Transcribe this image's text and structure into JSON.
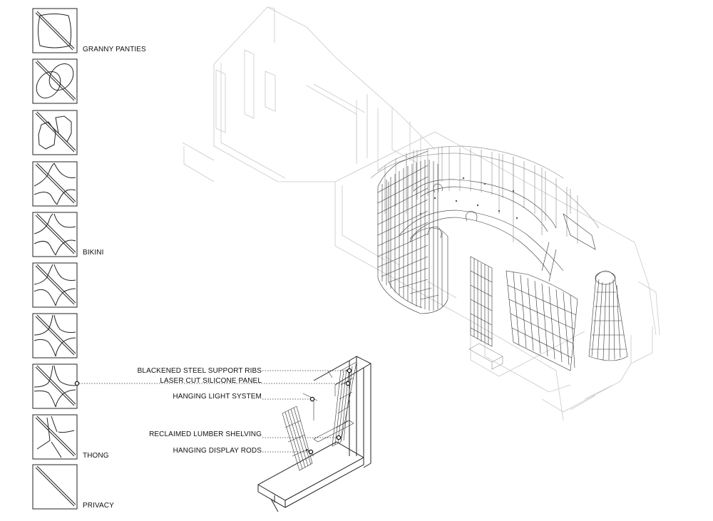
{
  "swatches": {
    "labels": {
      "granny": "GRANNY PANTIES",
      "bikini": "BIKINI",
      "thong": "THONG",
      "privacy": "PRIVACY"
    },
    "icon_names": [
      "granny-panties-icon",
      "oval-cut-icon",
      "hexagonal-cut-icon",
      "bikini-cut-a-icon",
      "bikini-cut-b-icon",
      "bikini-cut-c-icon",
      "bikini-cut-d-icon",
      "bikini-cut-e-icon",
      "thong-cut-icon",
      "privacy-cut-icon"
    ]
  },
  "callouts": {
    "ribs": "BLACKENED STEEL SUPPORT RIBS",
    "panel": "LASER CUT SILICONE PANEL",
    "light": "HANGING LIGHT SYSTEM",
    "shelving": "RECLAIMED LUMBER SHELVING",
    "rods": "HANGING DISPLAY RODS"
  },
  "colors": {
    "ink": "#222222",
    "line_light": "#c9c9c9",
    "line_mid": "#9a9a9a",
    "background": "#ffffff"
  }
}
